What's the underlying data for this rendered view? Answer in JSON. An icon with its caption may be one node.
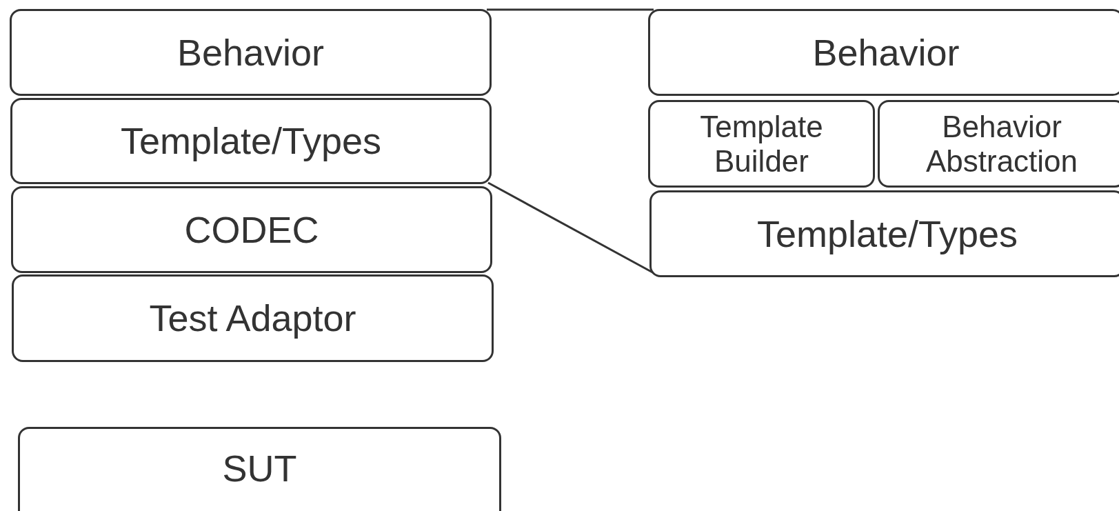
{
  "diagram": {
    "nodes": [
      {
        "text": [
          "Behavior"
        ]
      },
      {
        "text": [
          "Template/Types"
        ]
      },
      {
        "text": [
          "CODEC"
        ]
      },
      {
        "text": [
          "Test Adaptor"
        ]
      },
      {
        "text": [
          "SUT"
        ]
      },
      {
        "text": [
          "Behavior"
        ]
      },
      {
        "text": [
          "Template Builder"
        ]
      },
      {
        "text": [
          "Behavior Abstraction"
        ]
      },
      {
        "text": [
          "Template/Types"
        ]
      }
    ],
    "edges": [
      {
        "from": 0,
        "to": 5,
        "arrow": "none"
      },
      {
        "from": 1,
        "to": 8,
        "arrow": "none"
      }
    ]
  }
}
